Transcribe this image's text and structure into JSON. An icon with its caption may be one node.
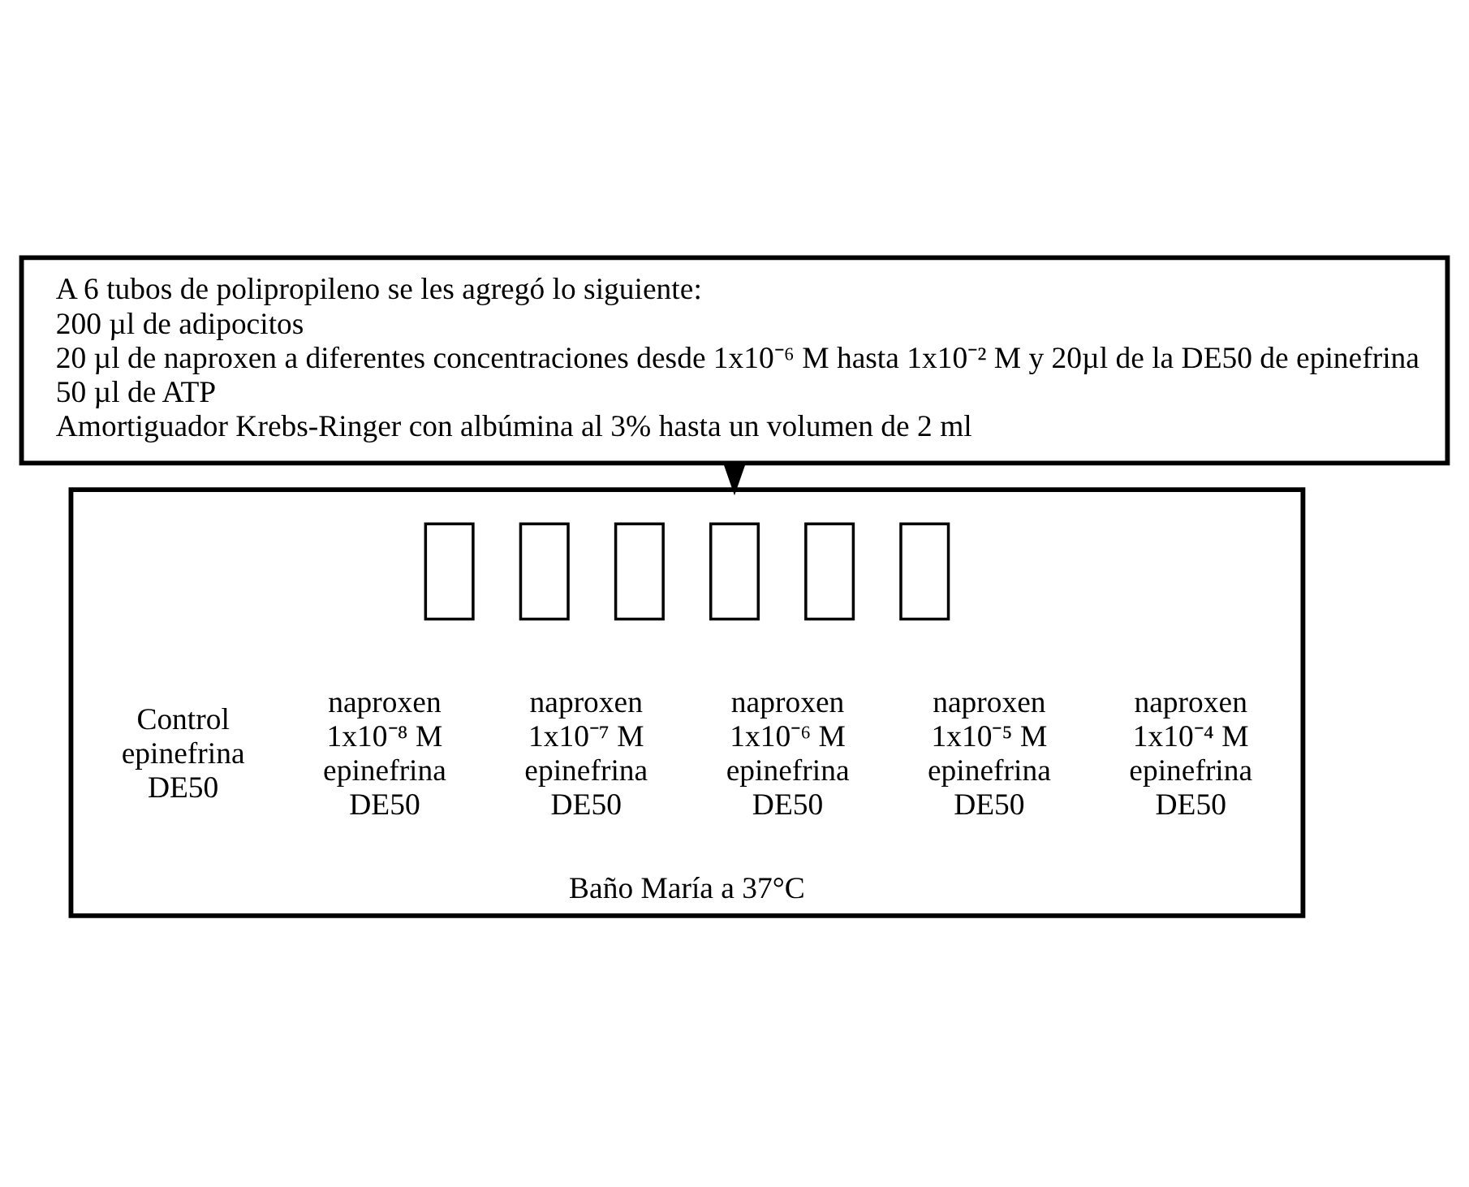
{
  "diagram": {
    "nodes": [
      {
        "text": [
          "A 6 tubos de polipropileno se les agregó lo siguiente:",
          "200 µl de adipocitos",
          "20 µl de naproxen a diferentes concentraciones desde 1x10⁻⁶ M hasta 1x10⁻² M y 20µl de la DE50 de epinefrina",
          "50 µl de ATP",
          "Amortiguador Krebs-Ringer con albúmina al 3% hasta un volumen de 2 ml"
        ]
      },
      {
        "text": [
          "Baño María a 37°C"
        ]
      },
      {
        "text": [],
        "shape": "box",
        "in": 1,
        "beside": [
          "Control",
          "epinefrina",
          "DE50"
        ]
      },
      {
        "text": [],
        "shape": "box",
        "in": 1,
        "beside": [
          "naproxen",
          "1x10⁻⁸ M",
          "epinefrina",
          "DE50"
        ]
      },
      {
        "text": [],
        "shape": "box",
        "in": 1,
        "beside": [
          "naproxen",
          "1x10⁻⁷ M",
          "epinefrina",
          "DE50"
        ]
      },
      {
        "text": [],
        "shape": "box",
        "in": 1,
        "beside": [
          "naproxen",
          "1x10⁻⁶ M",
          "epinefrina",
          "DE50"
        ]
      },
      {
        "text": [],
        "shape": "box",
        "in": 1,
        "beside": [
          "naproxen",
          "1x10⁻⁵ M",
          "epinefrina",
          "DE50"
        ]
      },
      {
        "text": [],
        "shape": "box",
        "in": 1,
        "beside": [
          "naproxen",
          "1x10⁻⁴ M",
          "epinefrina",
          "DE50"
        ]
      }
    ],
    "edges": [
      {
        "from": 0,
        "to": 1,
        "arrow": "to"
      }
    ]
  }
}
